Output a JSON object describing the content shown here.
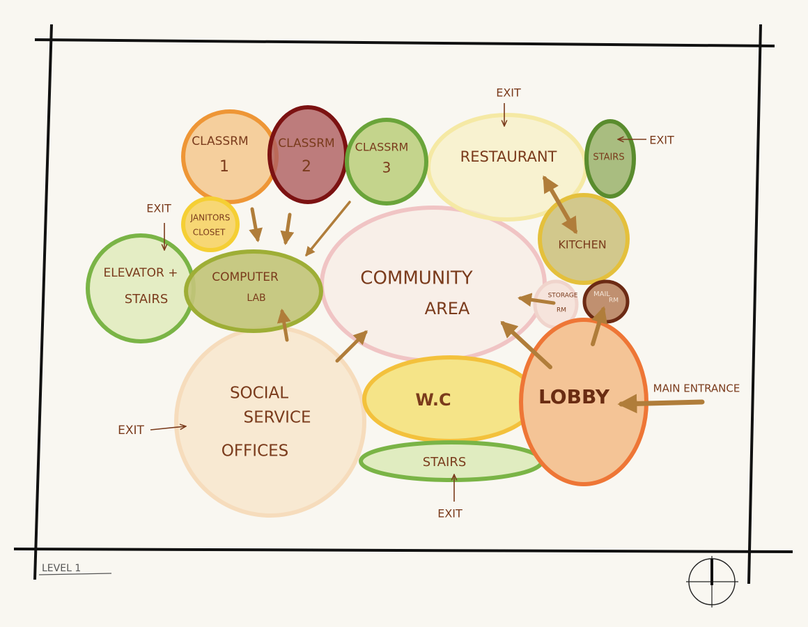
{
  "colors": {
    "background": "#f9f7f1",
    "ink": "#7a3b1c",
    "arrow": "#b07d3a"
  },
  "rooms": {
    "classroom1": {
      "line1": "CLASSRM",
      "line2": "1"
    },
    "classroom2": {
      "line1": "CLASSRM",
      "line2": "2"
    },
    "classroom3": {
      "line1": "CLASSRM",
      "line2": "3"
    },
    "restaurant": {
      "label": "RESTAURANT"
    },
    "stairs_top": {
      "label": "STAIRS"
    },
    "janitors_closet": {
      "line1": "JANITORS",
      "line2": "CLOSET"
    },
    "elevator_stairs": {
      "line1": "ELEVATOR +",
      "line2": "STAIRS"
    },
    "computer_lab": {
      "line1": "COMPUTER",
      "line2": "LAB"
    },
    "community_area": {
      "line1": "COMMUNITY",
      "line2": "AREA"
    },
    "kitchen": {
      "label": "KITCHEN"
    },
    "storage_room": {
      "line1": "STORAGE",
      "line2": "RM"
    },
    "mail_room": {
      "line1": "MAIL",
      "line2": "RM"
    },
    "social_service_offices": {
      "line1": "SOCIAL",
      "line2": "SERVICE",
      "line3": "OFFICES"
    },
    "wc": {
      "label": "W.C"
    },
    "lobby": {
      "label": "LOBBY"
    },
    "stairs_bottom": {
      "label": "STAIRS"
    }
  },
  "exits": {
    "restaurant_exit": "EXIT",
    "stairs_top_exit": "EXIT",
    "elevator_exit": "EXIT",
    "social_service_exit": "EXIT",
    "stairs_bottom_exit": "EXIT"
  },
  "main_entrance": "MAIN ENTRANCE",
  "level_label": "LEVEL 1"
}
